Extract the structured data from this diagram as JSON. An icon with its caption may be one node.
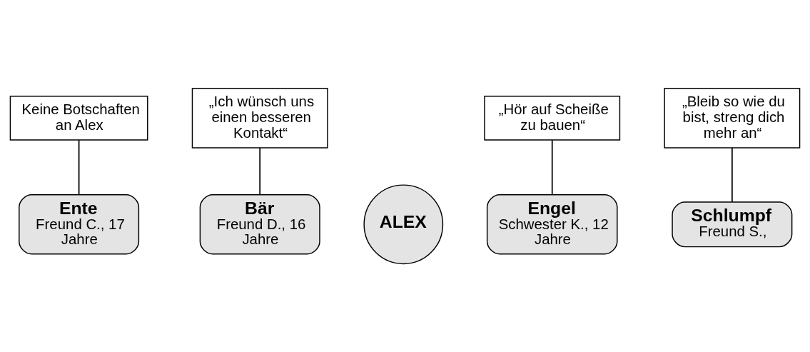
{
  "diagram": {
    "nodes": [
      {
        "text": [
          "Keine Botschaften an Alex"
        ]
      },
      {
        "text": [
          "Ente",
          "Freund C., 17 Jahre"
        ]
      },
      {
        "text": [
          "„Ich wünsch uns einen besseren Kontakt“"
        ]
      },
      {
        "text": [
          "Bär",
          "Freund D., 16 Jahre"
        ]
      },
      {
        "text": [
          "ALEX"
        ]
      },
      {
        "text": [
          "„Hör auf Scheiße zu bauen“"
        ]
      },
      {
        "text": [
          "Engel",
          "Schwester K., 12 Jahre"
        ]
      },
      {
        "text": [
          "„Bleib so wie du bist, streng dich mehr an“"
        ]
      },
      {
        "text": [
          "Schlumpf",
          "Freund S.,"
        ]
      }
    ],
    "edges": [
      {
        "from": 0,
        "to": 1,
        "arrow": "none"
      },
      {
        "from": 2,
        "to": 3,
        "arrow": "none"
      },
      {
        "from": 5,
        "to": 6,
        "arrow": "none"
      },
      {
        "from": 7,
        "to": 8,
        "arrow": "none"
      }
    ]
  }
}
